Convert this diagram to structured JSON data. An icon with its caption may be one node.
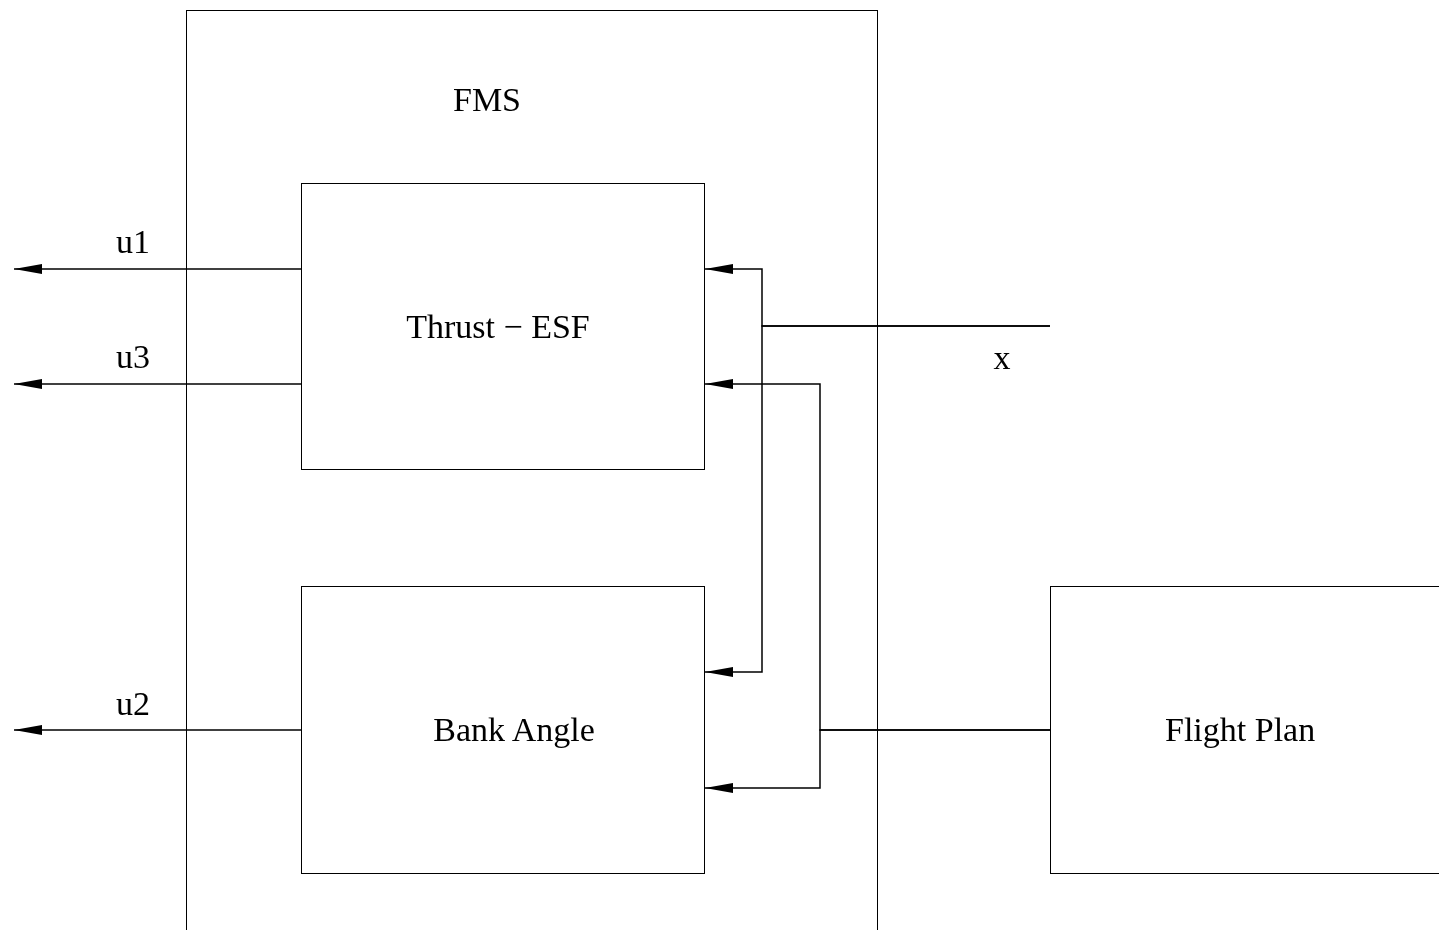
{
  "diagram": {
    "nodes": [
      {
        "text": [
          "FMS"
        ]
      },
      {
        "text": [
          "Thrust − ESF"
        ],
        "in": 0
      },
      {
        "text": [
          "Bank Angle"
        ],
        "in": 0
      },
      {
        "text": [
          "Flight Plan"
        ]
      }
    ],
    "edges": [
      {
        "from": null,
        "to": 1,
        "arrow": "to",
        "label": "x"
      },
      {
        "from": null,
        "to": 2,
        "arrow": "to"
      },
      {
        "from": 3,
        "to": 1,
        "arrow": "to"
      },
      {
        "from": 3,
        "to": 2,
        "arrow": "to"
      },
      {
        "from": 1,
        "to": null,
        "arrow": "to",
        "label": "u1"
      },
      {
        "from": 1,
        "to": null,
        "arrow": "to",
        "label": "u3"
      },
      {
        "from": 2,
        "to": null,
        "arrow": "to",
        "label": "u2"
      }
    ]
  }
}
